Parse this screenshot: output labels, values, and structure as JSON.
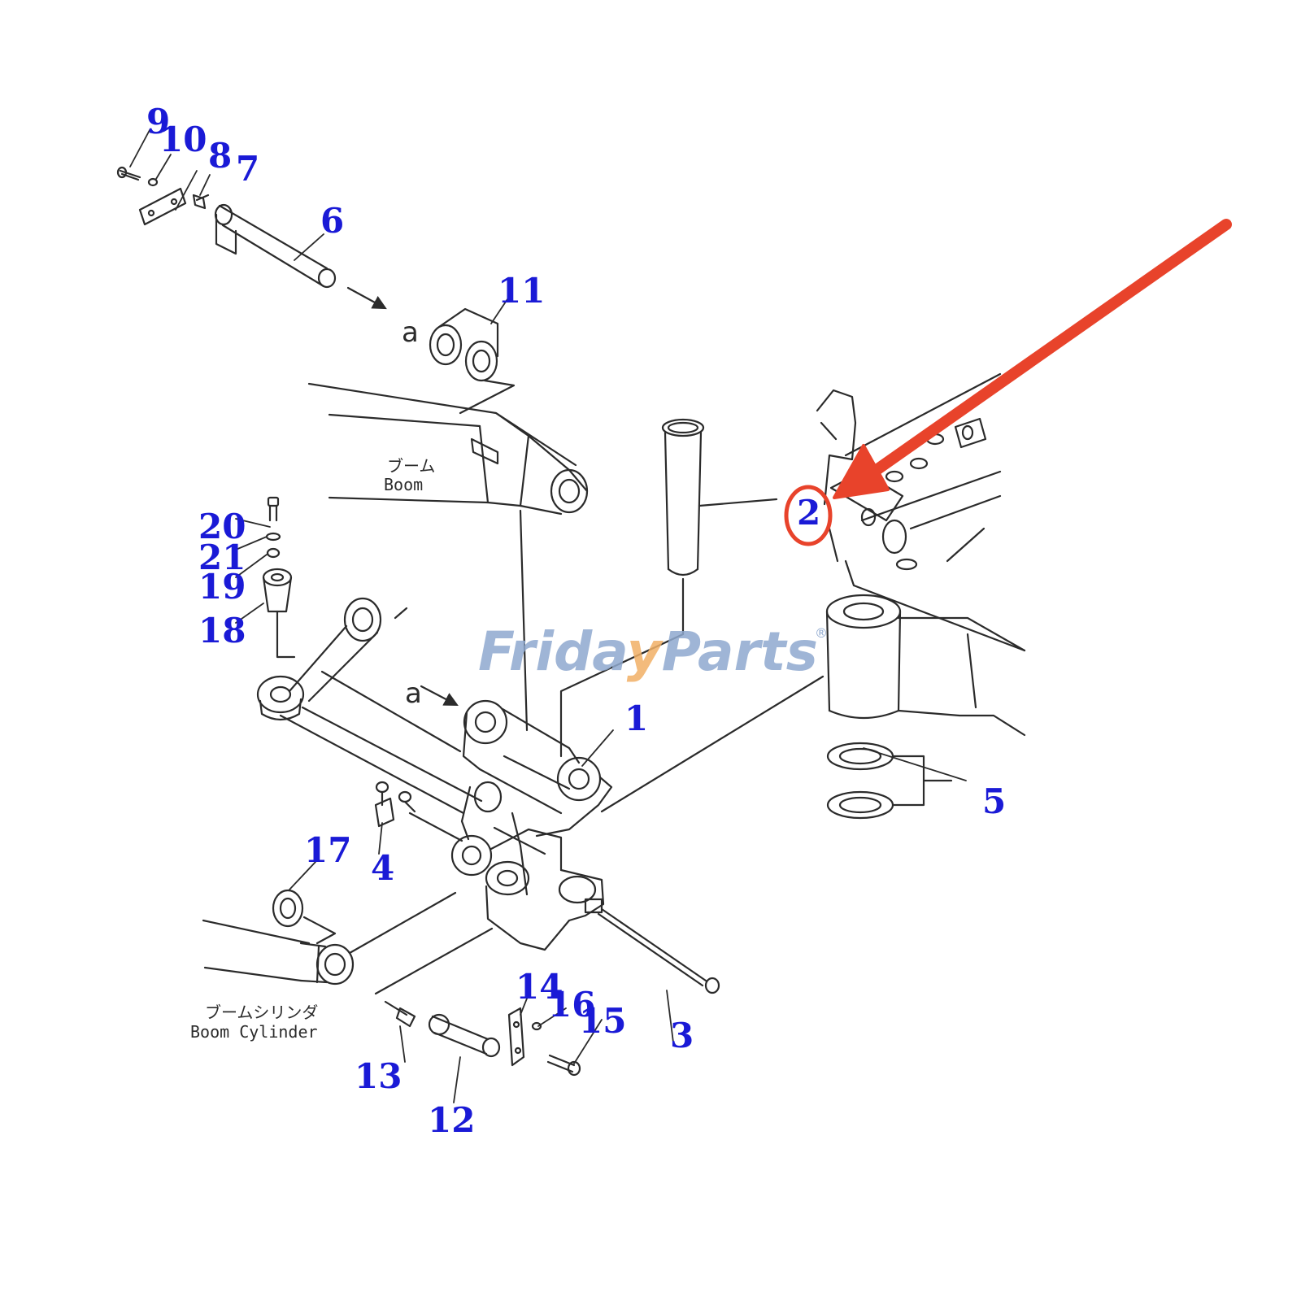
{
  "diagram": {
    "colors": {
      "line": "#2b2b2b",
      "label": "#1a1ad6",
      "highlight": "#e8432b",
      "watermark_blue": "#8fa9cf",
      "watermark_orange": "#f1b066"
    },
    "callouts": [
      "1",
      "2",
      "3",
      "4",
      "5",
      "6",
      "7",
      "8",
      "9",
      "10",
      "11",
      "12",
      "13",
      "14",
      "15",
      "16",
      "17",
      "18",
      "19",
      "20",
      "21"
    ],
    "view_markers": [
      "a",
      "a"
    ],
    "captions": {
      "boom_jp": "ブーム",
      "boom_en": "Boom",
      "cylinder_jp": "ブームシリンダ",
      "cylinder_en": "Boom Cylinder"
    },
    "watermark": {
      "part1": "Frida",
      "part2": "y",
      "part3": "Parts",
      "mark": "®"
    },
    "highlighted_callout": "2"
  }
}
